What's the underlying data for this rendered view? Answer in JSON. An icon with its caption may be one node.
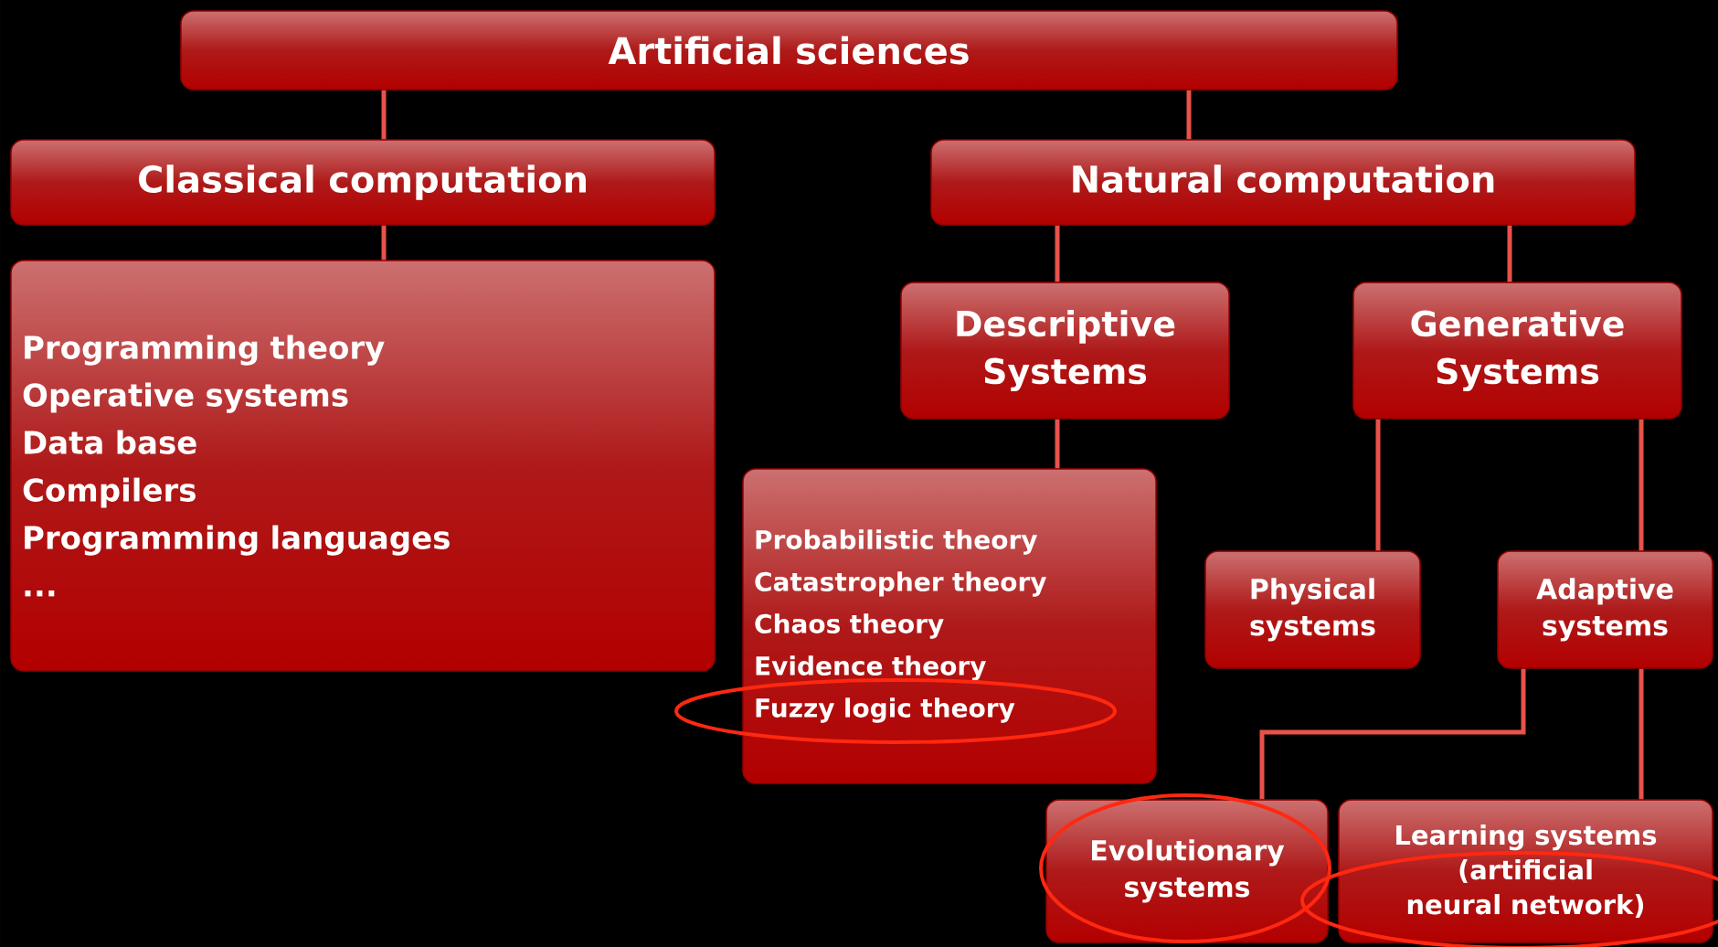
{
  "diagram": {
    "nodes": [
      {
        "text": [
          "Artificial sciences"
        ]
      },
      {
        "text": [
          "Classical computation"
        ]
      },
      {
        "text": [
          "Natural computation"
        ]
      },
      {
        "text": [
          "Programming theory",
          "Operative systems",
          "Data base",
          "Compilers",
          "Programming languages",
          "..."
        ]
      },
      {
        "text": [
          "Descriptive Systems"
        ]
      },
      {
        "text": [
          "Generative Systems"
        ]
      },
      {
        "text": [
          "Probabilistic theory",
          "Catastropher theory",
          "Chaos theory",
          "Evidence theory",
          "Fuzzy logic theory"
        ]
      },
      {
        "text": [
          "Physical systems"
        ]
      },
      {
        "text": [
          "Adaptive systems"
        ]
      },
      {
        "text": [
          "Evolutionary systems"
        ]
      },
      {
        "text": [
          "Learning systems (artificial neural network)"
        ]
      }
    ],
    "edges": [
      {
        "from": 0,
        "to": 1,
        "arrow": "none"
      },
      {
        "from": 0,
        "to": 2,
        "arrow": "none"
      },
      {
        "from": 1,
        "to": 3,
        "arrow": "none"
      },
      {
        "from": 2,
        "to": 4,
        "arrow": "none"
      },
      {
        "from": 2,
        "to": 5,
        "arrow": "none"
      },
      {
        "from": 4,
        "to": 6,
        "arrow": "none"
      },
      {
        "from": 5,
        "to": 7,
        "arrow": "none"
      },
      {
        "from": 5,
        "to": 8,
        "arrow": "none"
      },
      {
        "from": 8,
        "to": 9,
        "arrow": "none"
      },
      {
        "from": 8,
        "to": 10,
        "arrow": "none"
      }
    ]
  }
}
